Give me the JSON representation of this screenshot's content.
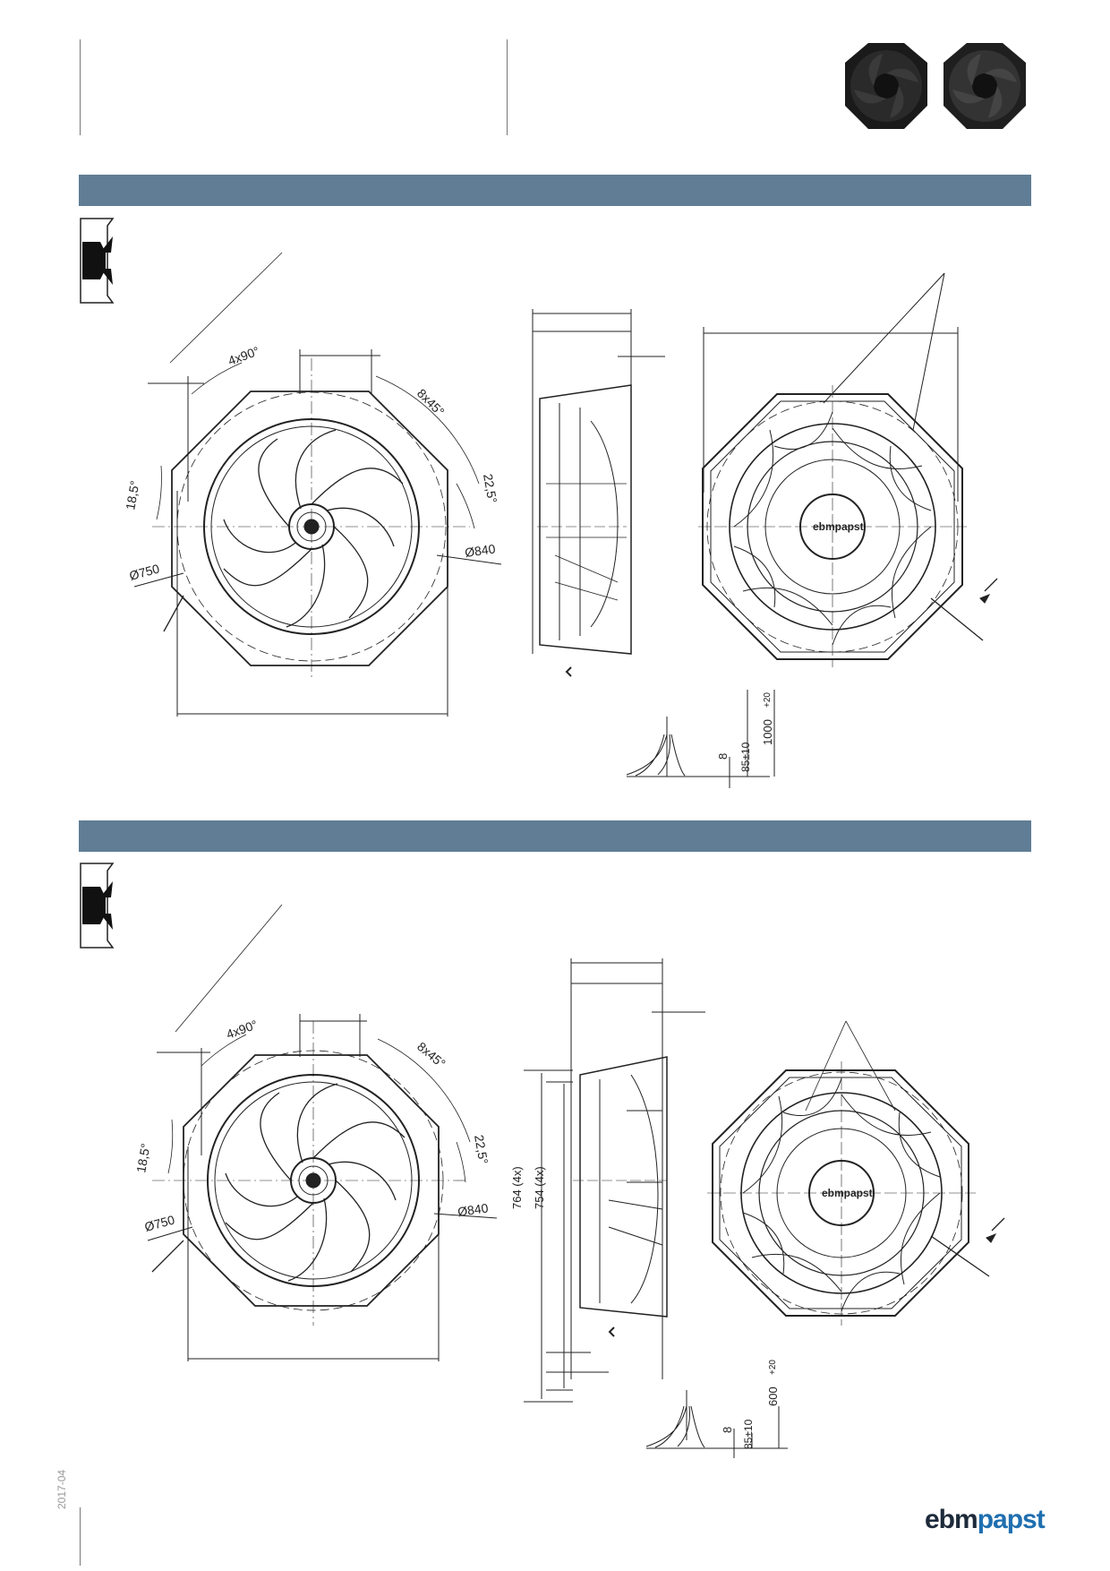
{
  "header": {
    "brand_first": "ebm",
    "brand_second": "papst",
    "date": "2017-04"
  },
  "drawing_top": {
    "angle_4x": "4x90°",
    "angle_8x": "8x45°",
    "angle_18": "18,5°",
    "angle_22": "22,5°",
    "dia_750": "Ø750",
    "dia_840": "Ø840",
    "brand_mark": "ebmpapst",
    "cable_8": "8",
    "cable_85": "85±10",
    "cable_len": "1000",
    "cable_tol": "+20"
  },
  "drawing_bottom": {
    "angle_4x": "4x90°",
    "angle_8x": "8x45°",
    "angle_18": "18,5°",
    "angle_22": "22,5°",
    "dia_750": "Ø750",
    "dia_840": "Ø840",
    "dim_764": "764 (4x)",
    "dim_754": "754 (4x)",
    "brand_mark": "ebmpapst",
    "cable_8": "8",
    "cable_85": "85±10",
    "cable_len": "600",
    "cable_tol": "+20"
  },
  "colors": {
    "band": "#607d95",
    "brand_blue": "#1f6fb0",
    "brand_dark": "#1d2a3a"
  }
}
